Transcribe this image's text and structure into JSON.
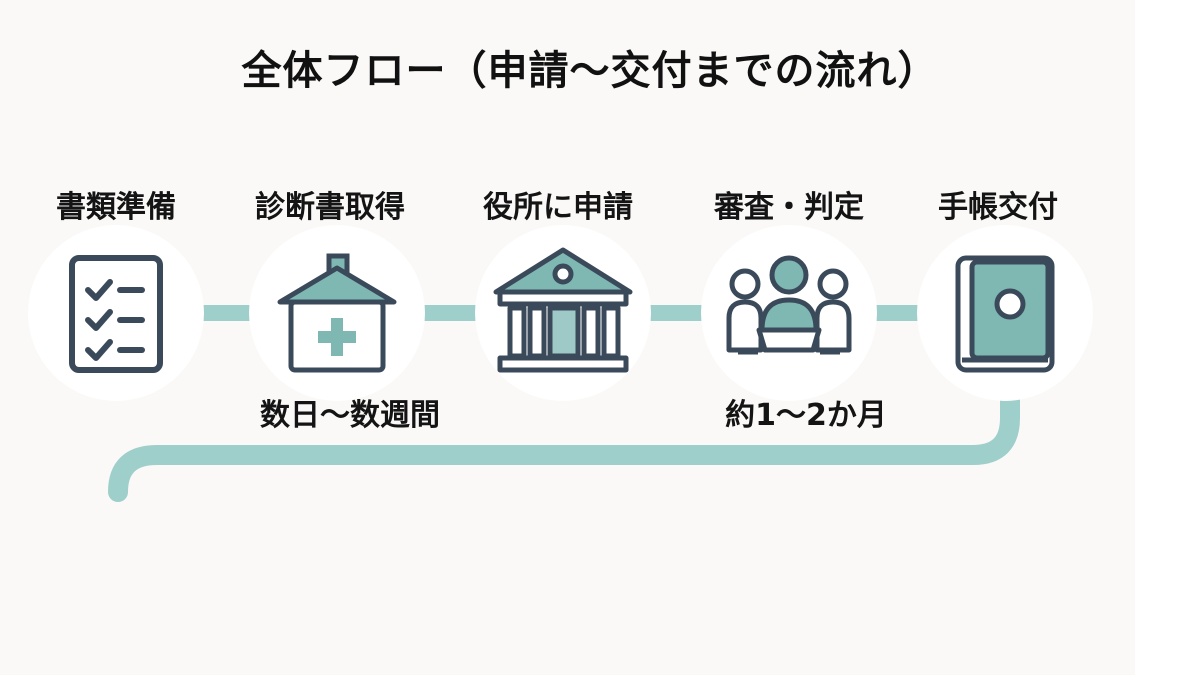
{
  "title": "全体フロー（申請〜交付までの流れ）",
  "colors": {
    "background": "#faf9f7",
    "connector": "#9fcfcb",
    "circle": "#ffffff",
    "icon_stroke": "#3b4a5a",
    "icon_fill": "#7fb8b3",
    "text": "#111111"
  },
  "steps": [
    {
      "label": "書類準備",
      "icon": "checklist-icon"
    },
    {
      "label": "診断書取得",
      "icon": "clinic-icon"
    },
    {
      "label": "役所に申請",
      "icon": "city-hall-icon"
    },
    {
      "label": "審査・判定",
      "icon": "meeting-icon"
    },
    {
      "label": "手帳交付",
      "icon": "notebook-icon"
    }
  ],
  "durations": [
    {
      "text": "数日〜数週間"
    },
    {
      "text": "約1〜2か月"
    }
  ]
}
